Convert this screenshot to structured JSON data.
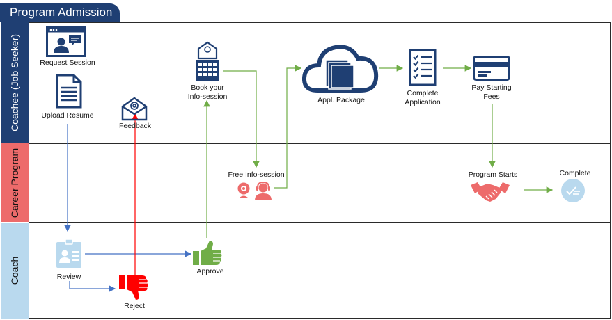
{
  "title": "Program Admission",
  "lanes": {
    "coachee": "Coachee  (Job Seeker)",
    "career": "Career Program",
    "coach": "Coach"
  },
  "nodes": {
    "request_session": "Request Session",
    "upload_resume": "Upload Resume",
    "feedback": "Feedback",
    "book_line1": "Book your",
    "book_line2": "Info-session",
    "appl_package": "Appl. Package",
    "complete_app_line1": "Complete",
    "complete_app_line2": "Application",
    "pay_line1": "Pay Starting",
    "pay_line2": "Fees",
    "free_info": "Free Info-session",
    "program_starts": "Program Starts",
    "complete": "Complete",
    "review": "Review",
    "reject": "Reject",
    "approve": "Approve"
  },
  "colors": {
    "navy": "#1f3f73",
    "coral": "#ed6b6b",
    "light_blue": "#b9d9ee",
    "green": "#70ad47",
    "red": "#ff0000",
    "blue_arrow": "#4472c4"
  }
}
